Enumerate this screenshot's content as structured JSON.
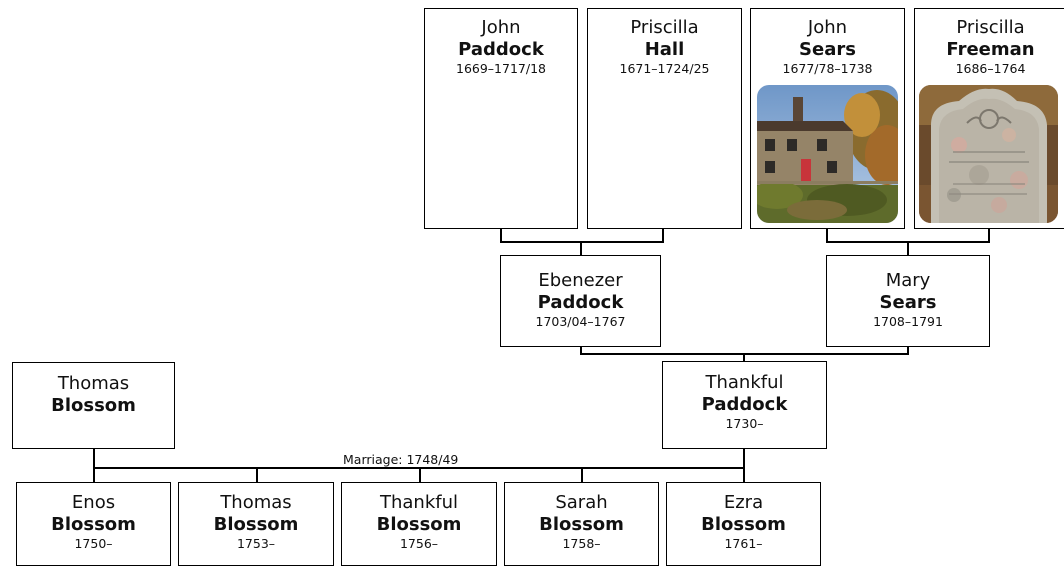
{
  "people": {
    "john_paddock": {
      "given": "John",
      "surname": "Paddock",
      "dates": "1669–1717/18"
    },
    "priscilla_hall": {
      "given": "Priscilla",
      "surname": "Hall",
      "dates": "1671–1724/25"
    },
    "john_sears": {
      "given": "John",
      "surname": "Sears",
      "dates": "1677/78–1738"
    },
    "priscilla_freeman": {
      "given": "Priscilla",
      "surname": "Freeman",
      "dates": "1686–1764"
    },
    "ebenezer_paddock": {
      "given": "Ebenezer",
      "surname": "Paddock",
      "dates": "1703/04–1767"
    },
    "mary_sears": {
      "given": "Mary",
      "surname": "Sears",
      "dates": "1708–1791"
    },
    "thomas_blossom_sr": {
      "given": "Thomas",
      "surname": "Blossom",
      "dates": ""
    },
    "thankful_paddock": {
      "given": "Thankful",
      "surname": "Paddock",
      "dates": "1730–"
    },
    "enos_blossom": {
      "given": "Enos",
      "surname": "Blossom",
      "dates": "1750–"
    },
    "thomas_blossom_jr": {
      "given": "Thomas",
      "surname": "Blossom",
      "dates": "1753–"
    },
    "thankful_blossom": {
      "given": "Thankful",
      "surname": "Blossom",
      "dates": "1756–"
    },
    "sarah_blossom": {
      "given": "Sarah",
      "surname": "Blossom",
      "dates": "1758–"
    },
    "ezra_blossom": {
      "given": "Ezra",
      "surname": "Blossom",
      "dates": "1761–"
    }
  },
  "marriage_label": "Marriage: 1748/49",
  "images": {
    "house_photo": "house-photo",
    "gravestone_photo": "gravestone-photo"
  }
}
